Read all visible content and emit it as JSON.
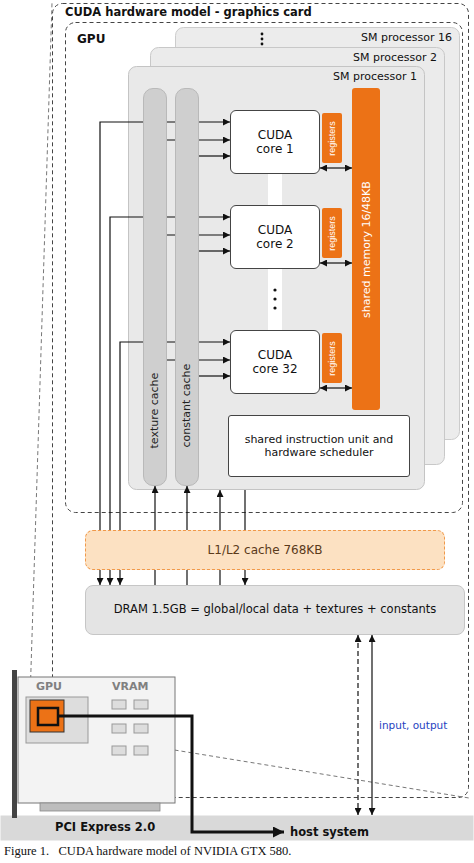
{
  "diagram": {
    "caption": "Figure 1.   CUDA hardware model of NVIDIA GTX 580.",
    "nodes": [
      {
        "text": [
          "CUDA hardware model - graphics card"
        ]
      },
      {
        "text": [
          "GPU"
        ],
        "in": 0
      },
      {
        "text": [
          "SM processor 16"
        ],
        "in": 1
      },
      {
        "text": [
          "SM processor 2"
        ],
        "in": 1
      },
      {
        "text": [
          "SM processor 1"
        ],
        "in": 1
      },
      {
        "text": [
          "texture cache"
        ],
        "in": 4
      },
      {
        "text": [
          "constant cache"
        ],
        "in": 4
      },
      {
        "text": [
          "CUDA core 1"
        ],
        "in": 4
      },
      {
        "text": [
          "registers"
        ],
        "in": 4
      },
      {
        "text": [
          "CUDA core 2"
        ],
        "in": 4
      },
      {
        "text": [
          "registers"
        ],
        "in": 4
      },
      {
        "text": [
          "CUDA core 32"
        ],
        "in": 4
      },
      {
        "text": [
          "registers"
        ],
        "in": 4
      },
      {
        "text": [
          "shared memory 16/48KB"
        ],
        "in": 4
      },
      {
        "text": [
          "shared instruction unit and hardware scheduler"
        ],
        "in": 4
      },
      {
        "text": [
          "L1/L2 cache 768KB"
        ],
        "in": 0
      },
      {
        "text": [
          "DRAM 1.5GB = global/local data + textures + constants"
        ],
        "in": 0
      },
      {
        "text": [
          "PCI Express 2.0"
        ]
      },
      {
        "text": [
          "host system"
        ],
        "in": 17
      }
    ],
    "edges": [
      {
        "from": 5,
        "to": 7,
        "arrow": "to"
      },
      {
        "from": 6,
        "to": 7,
        "arrow": "to"
      },
      {
        "from": 7,
        "to": 16,
        "arrow": "both"
      },
      {
        "from": 5,
        "to": 9,
        "arrow": "to"
      },
      {
        "from": 6,
        "to": 9,
        "arrow": "to"
      },
      {
        "from": 9,
        "to": 16,
        "arrow": "both"
      },
      {
        "from": 5,
        "to": 11,
        "arrow": "to"
      },
      {
        "from": 6,
        "to": 11,
        "arrow": "to"
      },
      {
        "from": 11,
        "to": 16,
        "arrow": "both"
      },
      {
        "from": 16,
        "to": 5,
        "arrow": "to"
      },
      {
        "from": 16,
        "to": 6,
        "arrow": "to"
      },
      {
        "from": 16,
        "to": 4,
        "arrow": "to"
      },
      {
        "from": 4,
        "to": 16,
        "arrow": "to"
      },
      {
        "from": 7,
        "to": 13,
        "arrow": "both"
      },
      {
        "from": 9,
        "to": 13,
        "arrow": "both"
      },
      {
        "from": 11,
        "to": 13,
        "arrow": "both"
      },
      {
        "from": 16,
        "to": 17,
        "arrow": "both"
      },
      {
        "from": 16,
        "to": 17,
        "label": "input, output",
        "arrow": "both"
      }
    ],
    "labels": [
      "GPU",
      "VRAM"
    ]
  }
}
